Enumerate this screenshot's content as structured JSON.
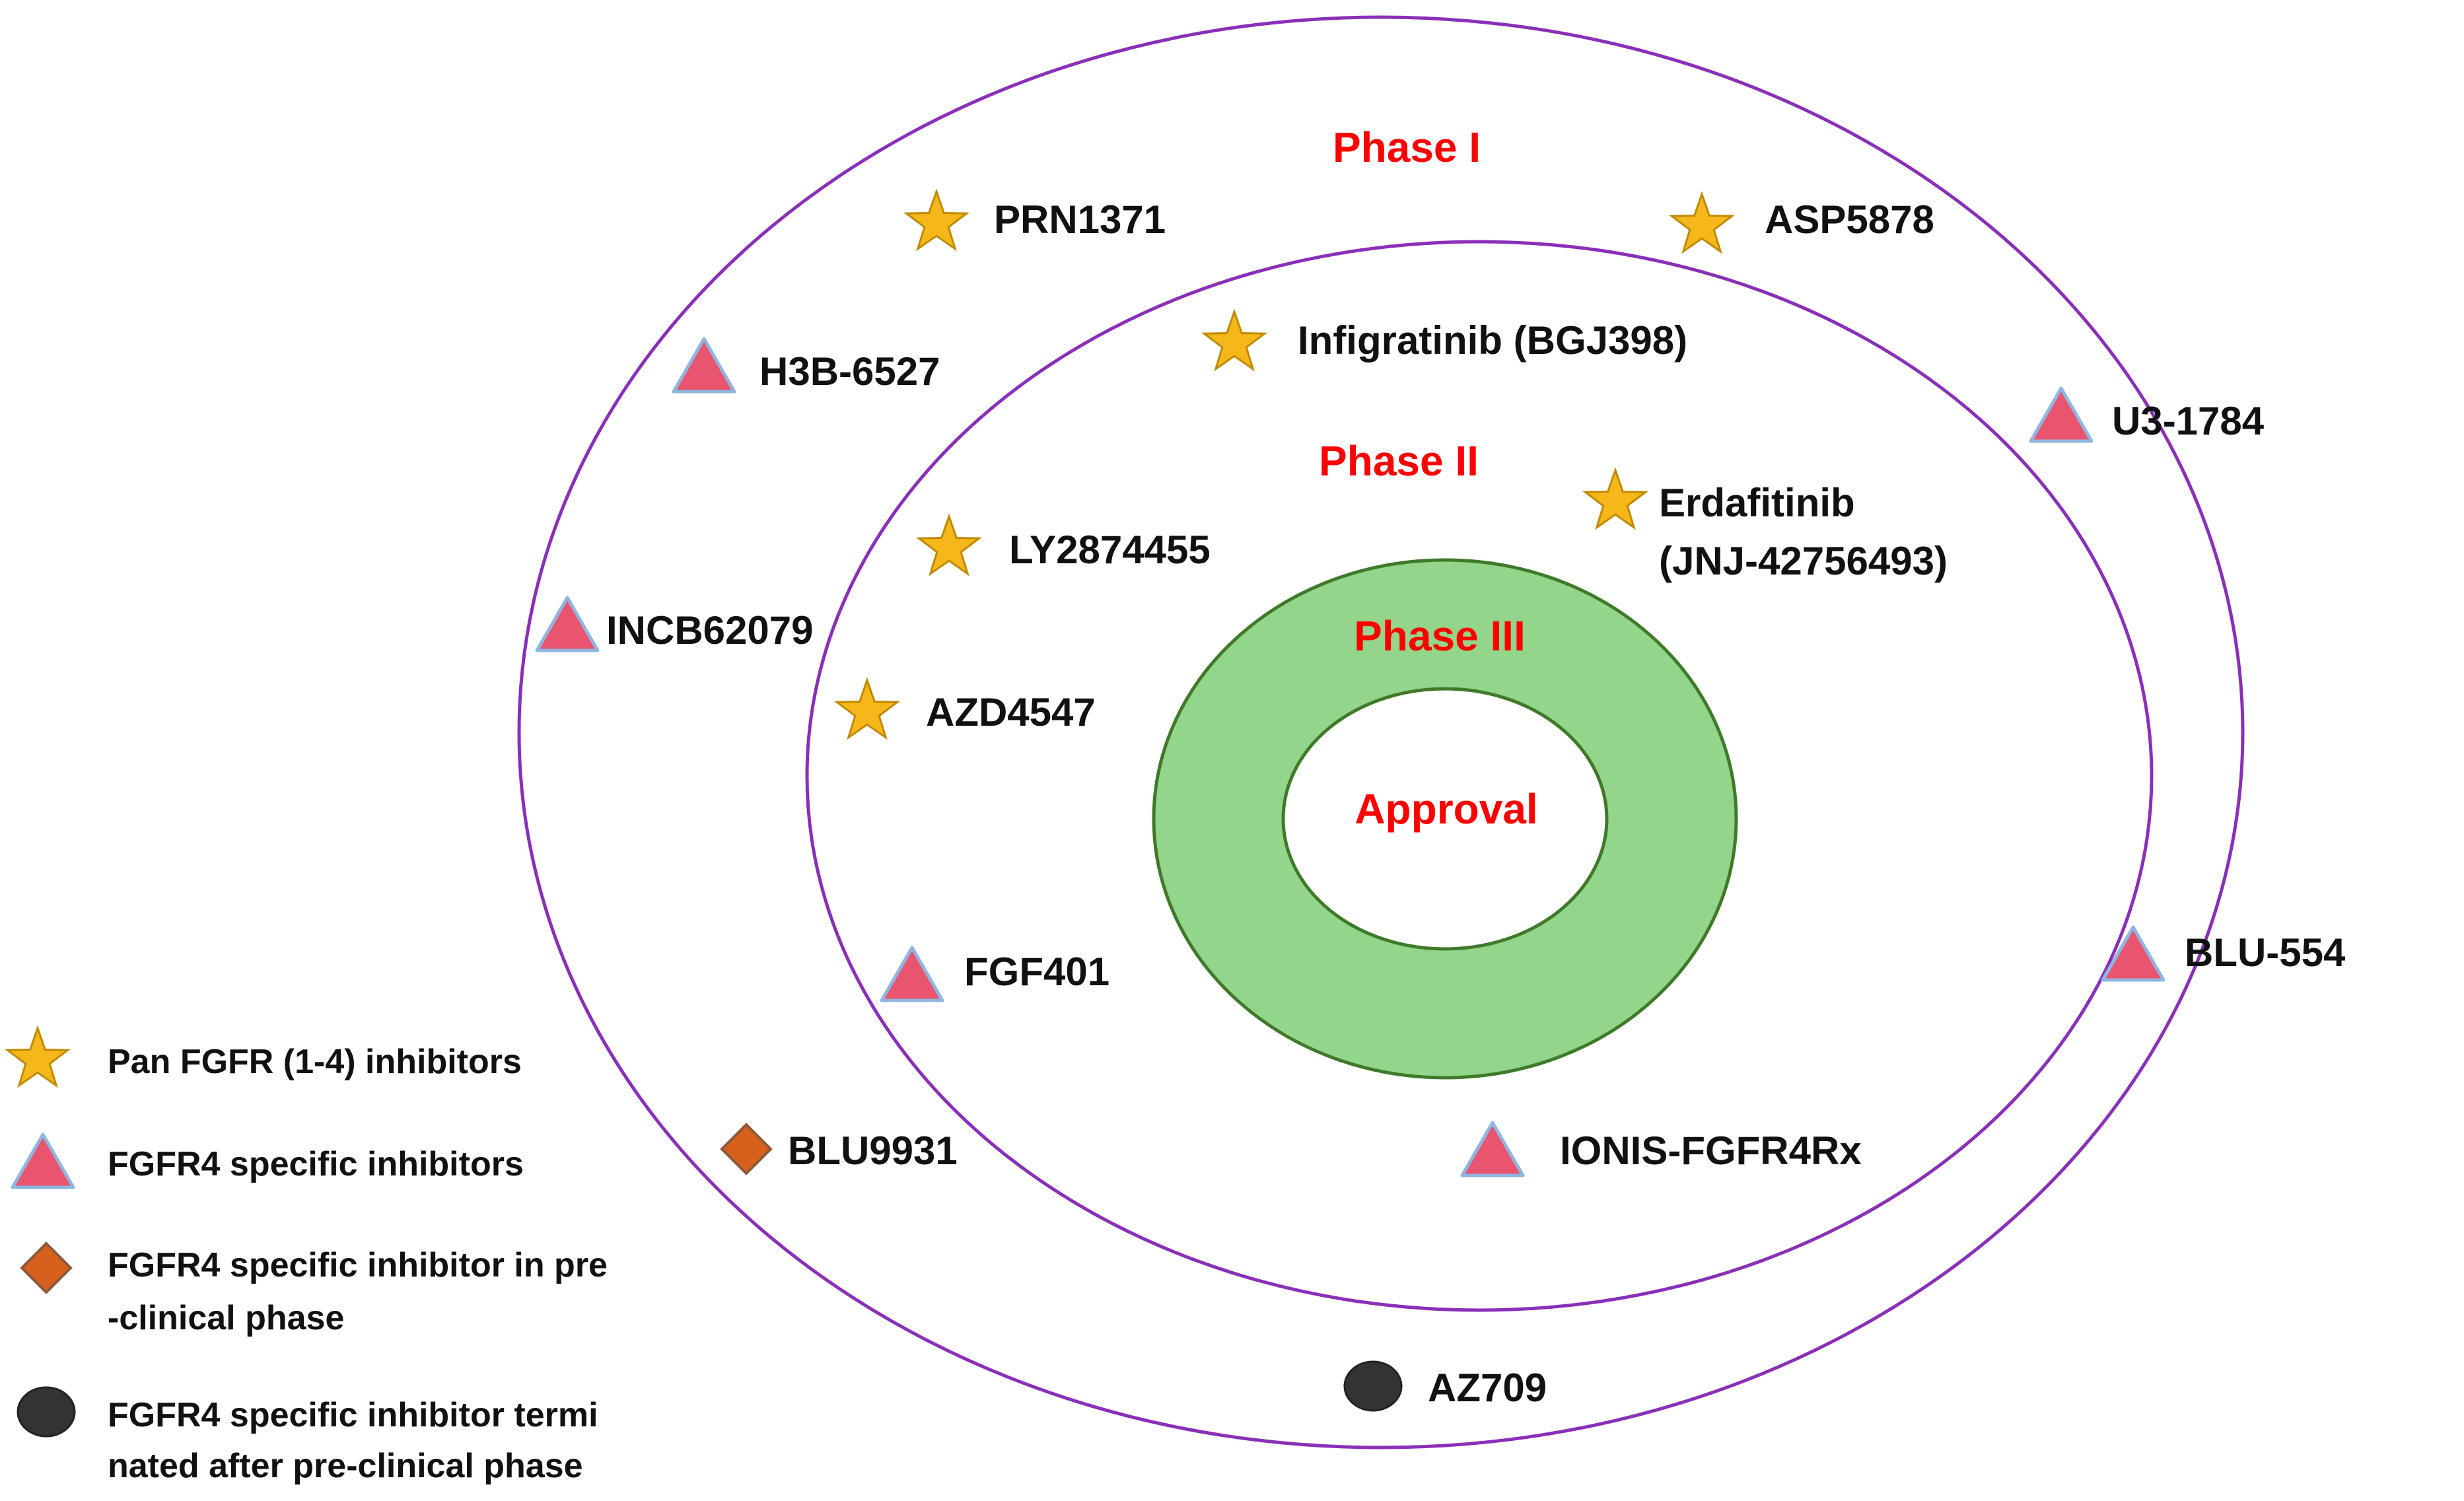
{
  "diagram": {
    "phases": {
      "phase1": "Phase I",
      "phase2": "Phase II",
      "phase3": "Phase III",
      "approval": "Approval"
    },
    "drugs": [
      {
        "label": "PRN1371",
        "type": "pan-fgfr",
        "icon": "star-icon"
      },
      {
        "label": "ASP5878",
        "type": "pan-fgfr",
        "icon": "star-icon"
      },
      {
        "label": "H3B-6527",
        "type": "fgfr4-specific",
        "icon": "triangle-icon"
      },
      {
        "label": "U3-1784",
        "type": "fgfr4-specific",
        "icon": "triangle-icon"
      },
      {
        "label": "INCB62079",
        "type": "fgfr4-specific",
        "icon": "triangle-icon"
      },
      {
        "label": "BLU-554",
        "type": "fgfr4-specific",
        "icon": "triangle-icon"
      },
      {
        "label": "Infigratinib (BGJ398)",
        "type": "pan-fgfr",
        "icon": "star-icon"
      },
      {
        "label": "LY2874455",
        "type": "pan-fgfr",
        "icon": "star-icon"
      },
      {
        "label": "Erdafitinib",
        "label2": "(JNJ-42756493)",
        "type": "pan-fgfr",
        "icon": "star-icon"
      },
      {
        "label": "AZD4547",
        "type": "pan-fgfr",
        "icon": "star-icon"
      },
      {
        "label": "FGF401",
        "type": "fgfr4-specific",
        "icon": "triangle-icon"
      },
      {
        "label": "IONIS-FGFR4Rx",
        "type": "fgfr4-specific",
        "icon": "triangle-icon"
      },
      {
        "label": "BLU9931",
        "type": "fgfr4-preclinical",
        "icon": "diamond-icon"
      },
      {
        "label": "AZ709",
        "type": "fgfr4-terminated",
        "icon": "circle-icon"
      }
    ]
  },
  "legend": [
    {
      "lines": [
        "Pan FGFR (1-4) inhibitors"
      ],
      "icon": "star-icon"
    },
    {
      "lines": [
        "FGFR4 specific inhibitors"
      ],
      "icon": "triangle-icon"
    },
    {
      "lines": [
        "FGFR4 specific inhibitor in pre",
        "-clinical phase"
      ],
      "icon": "diamond-icon"
    },
    {
      "lines": [
        "FGFR4 specific inhibitor termi",
        "nated after pre-clinical phase"
      ],
      "icon": "circle-icon"
    }
  ],
  "colors": {
    "ring_stroke": "#8a2fb8",
    "phase3_fill": "#93d58a",
    "phase3_stroke": "#3f7a2a",
    "phase_text": "#ff0000",
    "star_fill": "#f5b71a",
    "star_stroke": "#c08a00",
    "triangle_fill": "#e9556f",
    "triangle_stroke": "#8fb6e0",
    "diamond_fill": "#d9601c",
    "diamond_stroke": "#8a5a3a",
    "circle_fill": "#333333"
  }
}
